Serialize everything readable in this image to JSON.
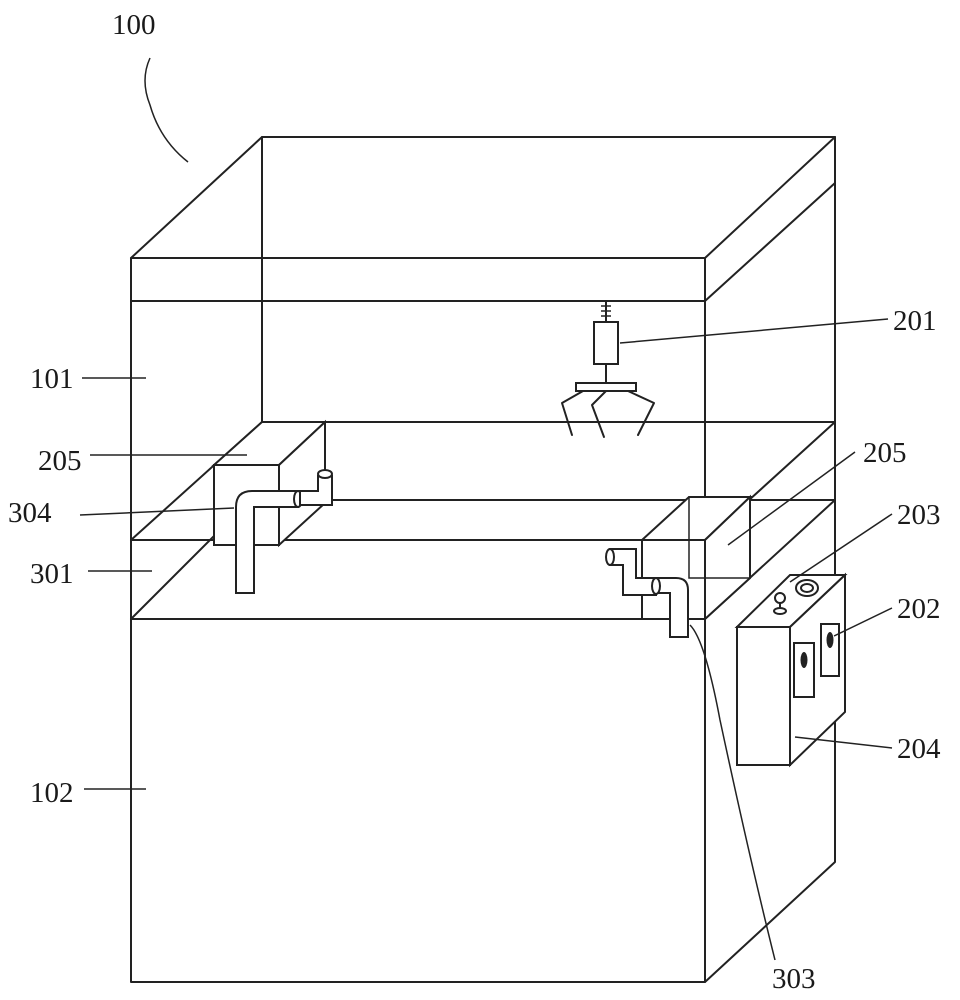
{
  "figure": {
    "labels": {
      "l100": "100",
      "l101": "101",
      "l102": "102",
      "l201": "201",
      "l202": "202",
      "l203": "203",
      "l204": "204",
      "l205_left": "205",
      "l205_right": "205",
      "l301": "301",
      "l303": "303",
      "l304": "304"
    }
  }
}
